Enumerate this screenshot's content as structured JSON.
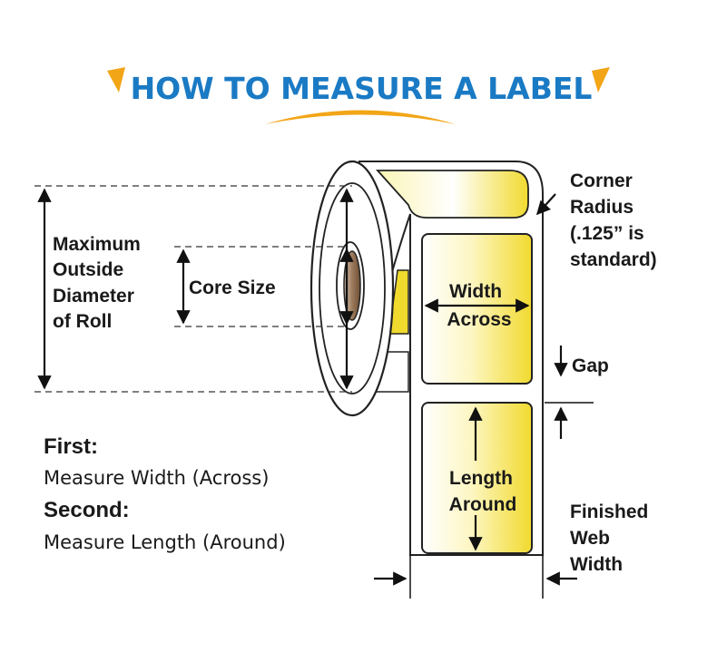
{
  "title": "HOW TO MEASURE A LABEL",
  "labels": {
    "max_outside": [
      "Maximum",
      "Outside",
      "Diameter",
      "of Roll"
    ],
    "core_size": "Core Size",
    "corner_radius": [
      "Corner",
      "Radius",
      "(.125” is",
      "standard)"
    ],
    "width_across": [
      "Width",
      "Across"
    ],
    "gap": "Gap",
    "length_around": [
      "Length",
      "Around"
    ],
    "finished_web": [
      "Finished",
      "Web",
      "Width"
    ]
  },
  "instructions": {
    "first_heading": "First:",
    "first_text": "Measure Width (Across)",
    "second_heading": "Second:",
    "second_text": "Measure Length (Around)"
  },
  "colors": {
    "title": "#1a7ac4",
    "accent_swoosh": "#f2a516",
    "label_yellow": "#f4e14a"
  }
}
